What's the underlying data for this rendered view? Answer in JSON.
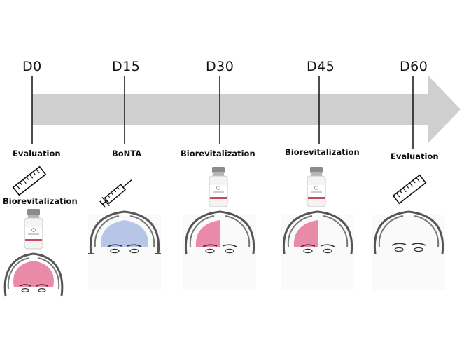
{
  "timeline": {
    "days": [
      "D0",
      "D15",
      "D30",
      "D45",
      "D60"
    ],
    "colors": {
      "arrow": "#cfcfcf",
      "pink_zone": "#e98aa8",
      "blue_zone": "#b7c6e6",
      "ink": "#111111",
      "vial_band": "#c94a5e"
    }
  },
  "steps": {
    "d0_top": "Evaluation",
    "d0_bottom": "Biorevitalization",
    "d15": "BoNTA",
    "d30": "Biorevitalization",
    "d45": "Biorevitalization",
    "d60": "Evaluation"
  },
  "icons": {
    "d0": [
      "ruler-icon",
      "vial-icon",
      "face-forehead-pink-icon"
    ],
    "d15": [
      "syringe-icon",
      "face-forehead-blue-icon"
    ],
    "d30": [
      "vial-icon",
      "face-half-forehead-pink-icon"
    ],
    "d45": [
      "vial-icon",
      "face-half-forehead-pink-icon"
    ],
    "d60": [
      "ruler-icon",
      "face-plain-icon"
    ]
  }
}
